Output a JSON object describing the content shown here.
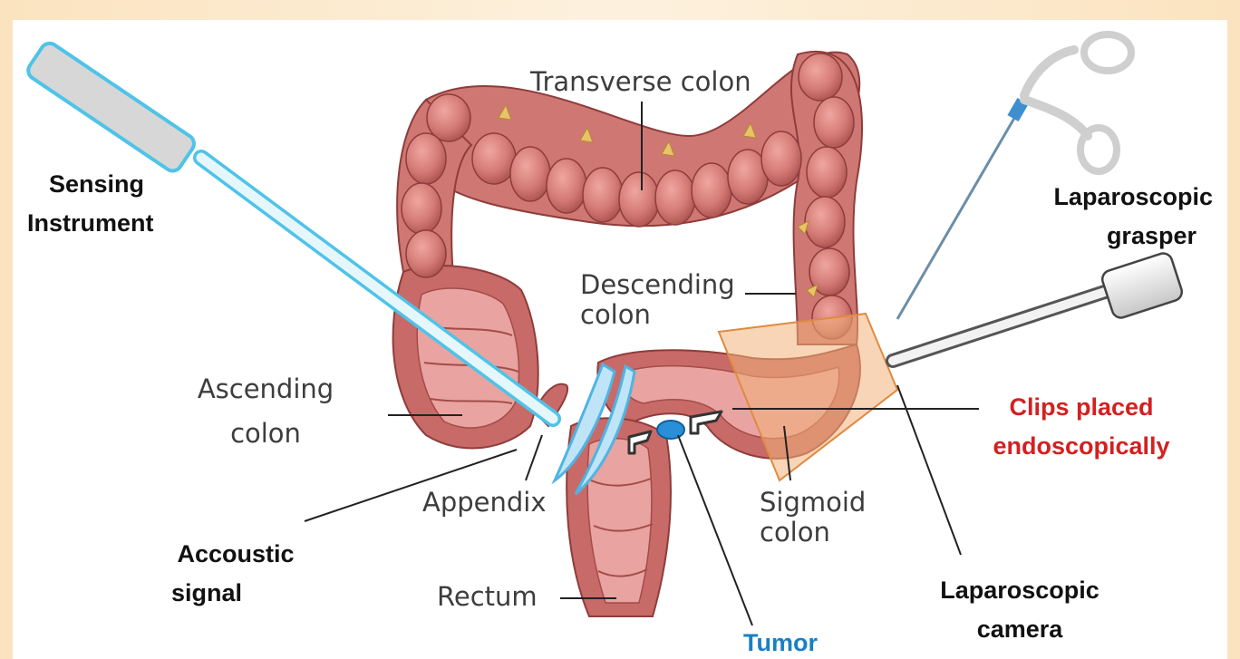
{
  "labels": {
    "transverse_colon": "Transverse colon",
    "descending_colon": [
      "Descending",
      "colon"
    ],
    "ascending_colon": [
      "Ascending",
      "colon"
    ],
    "appendix": "Appendix",
    "sigmoid_colon": [
      "Sigmoid",
      "colon"
    ],
    "rectum": "Rectum",
    "sensing_instrument": [
      "Sensing",
      "Instrument"
    ],
    "laparoscopic_grasper": [
      "Laparoscopic",
      "grasper"
    ],
    "clips_placed": [
      "Clips placed",
      "endoscopically"
    ],
    "accoustic_signal": [
      "Accoustic",
      "signal"
    ],
    "laparoscopic_camera": [
      "Laparoscopic",
      "camera"
    ],
    "tumor": "Tumor"
  },
  "colors": {
    "background_border": "#fbe7c9",
    "colon_fill": "#d97c7c",
    "colon_dark": "#a84848",
    "instrument_blue": "#4fc3e8",
    "clips_red": "#d42020",
    "tumor_blue": "#1a7fc4",
    "camera_field": "#f3b27a"
  }
}
